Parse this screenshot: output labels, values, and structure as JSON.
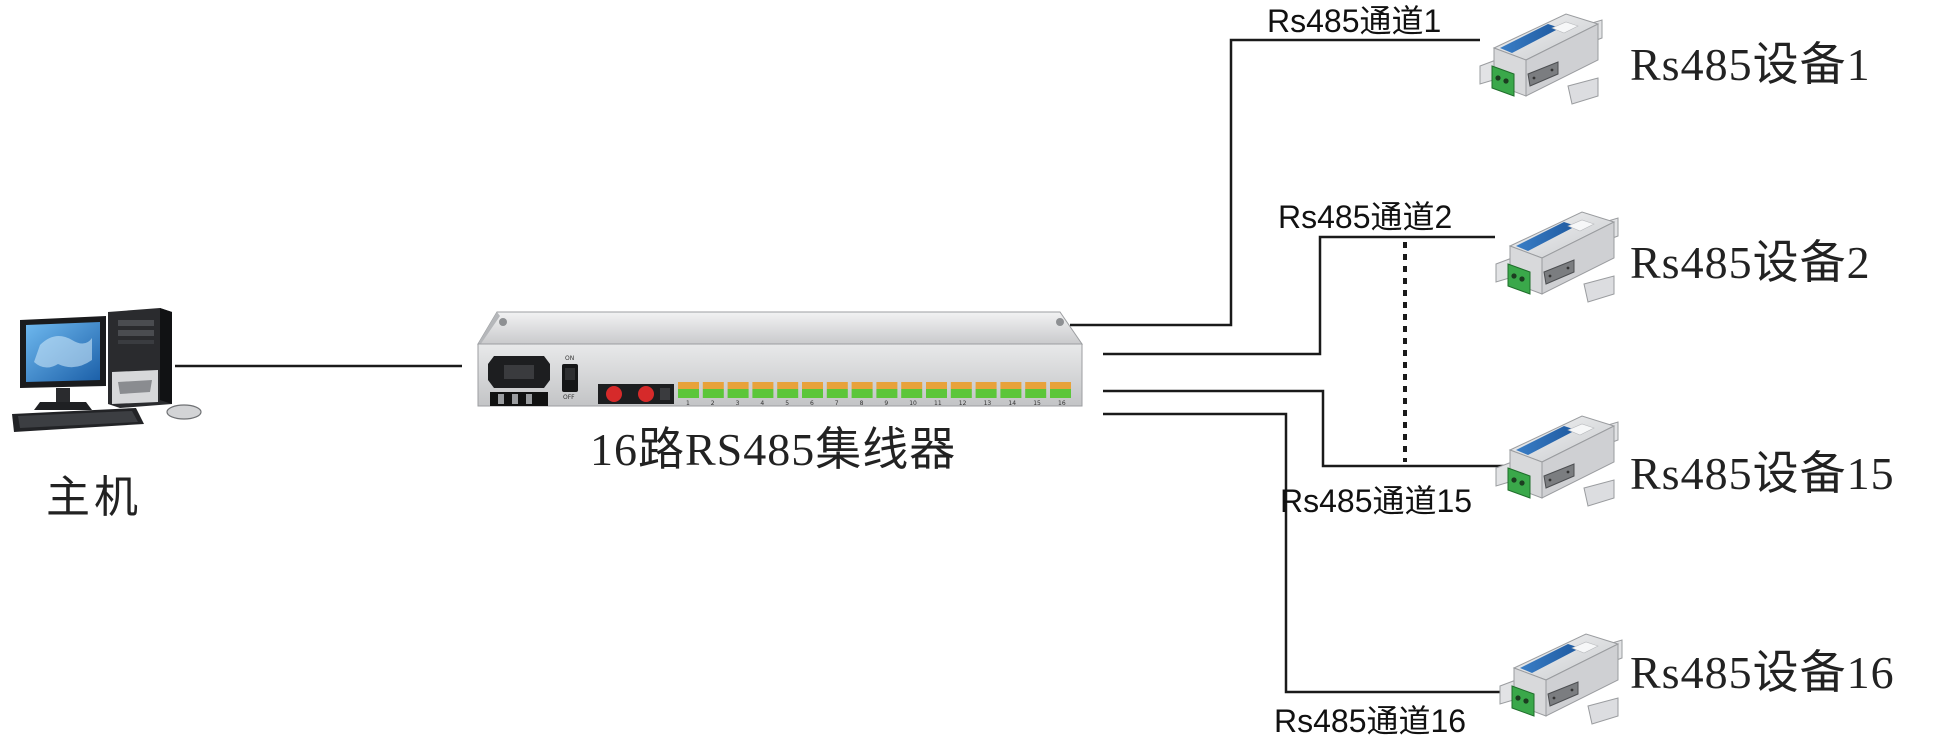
{
  "host": {
    "label": "主机"
  },
  "hub": {
    "label": "16路RS485集线器",
    "switch_on": "ON",
    "switch_off": "OFF",
    "port_numbers": [
      "1",
      "2",
      "3",
      "4",
      "5",
      "6",
      "7",
      "8",
      "9",
      "10",
      "11",
      "12",
      "13",
      "14",
      "15",
      "16"
    ]
  },
  "channels": [
    {
      "label": "Rs485通道1"
    },
    {
      "label": "Rs485通道2"
    },
    {
      "label": "Rs485通道15"
    },
    {
      "label": "Rs485通道16"
    }
  ],
  "devices": [
    {
      "label": "Rs485设备1"
    },
    {
      "label": "Rs485设备2"
    },
    {
      "label": "Rs485设备15"
    },
    {
      "label": "Rs485设备16"
    }
  ],
  "colors": {
    "wire": "#1a1a1a",
    "chassis": "#d9dadb",
    "terminal_green": "#5cc63a",
    "terminal_orange": "#e8a23a",
    "fiber_red": "#d62a2a",
    "device_blue": "#2e6fb8",
    "device_body": "#e7e8ea"
  }
}
